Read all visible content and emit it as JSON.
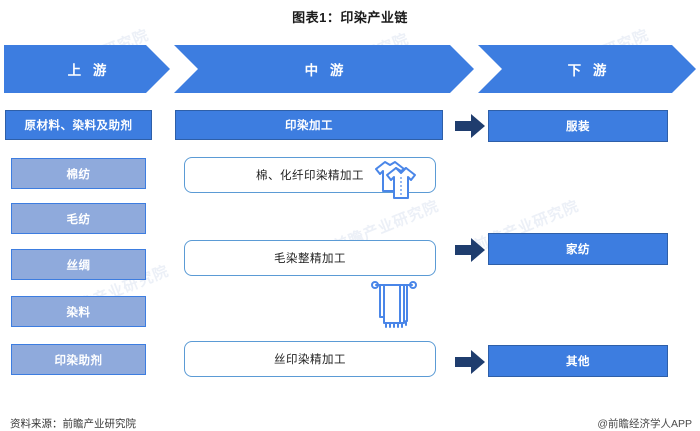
{
  "title": "图表1：印染产业链",
  "banners": [
    {
      "label": "上 游",
      "name": "banner-upstream"
    },
    {
      "label": "中 游",
      "name": "banner-midstream"
    },
    {
      "label": "下 游",
      "name": "banner-downstream"
    }
  ],
  "upstream": {
    "header": "原材料、染料及助剂",
    "items": [
      {
        "label": "棉纺"
      },
      {
        "label": "毛纺"
      },
      {
        "label": "丝绸"
      },
      {
        "label": "染料"
      },
      {
        "label": "印染助剂"
      }
    ]
  },
  "midstream": {
    "header": "印染加工",
    "items": [
      {
        "label": "棉、化纤印染精加工"
      },
      {
        "label": "毛染整精加工"
      },
      {
        "label": "丝印染精加工"
      }
    ]
  },
  "downstream": {
    "items": [
      {
        "label": "服装",
        "icon": "tshirt-icon"
      },
      {
        "label": "家纺",
        "icon": "towel-icon"
      },
      {
        "label": "其他",
        "icon": ""
      }
    ]
  },
  "arrows": [
    {
      "name": "arrow-to-apparel"
    },
    {
      "name": "arrow-to-hometextile"
    },
    {
      "name": "arrow-to-other"
    }
  ],
  "watermarks": [
    "前瞻产业研究院",
    "前瞻产业研究院",
    "前瞻产业研究院",
    "前瞻产业研究院",
    "前瞻产业研究院",
    "前瞻产业研究院"
  ],
  "footer": {
    "source": "资料来源：前瞻产业研究院",
    "credit": "@前瞻经济学人APP"
  },
  "colors": {
    "banner_blue": "#3D7DE0",
    "box_blue": "#3D7DE0",
    "sub_blue": "#8FAADC",
    "arrow_navy": "#1F3D6E",
    "border_blue": "#2E5FA8",
    "outline_blue": "#5B9BD5",
    "icon_blue": "#4A86E8"
  }
}
